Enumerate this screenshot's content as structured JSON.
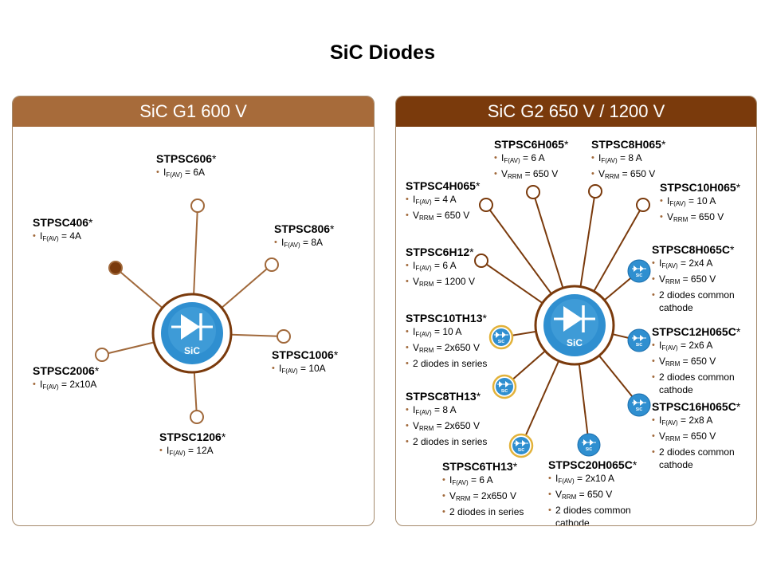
{
  "page": {
    "title": "SiC Diodes"
  },
  "g1": {
    "header": "SiC G1 600 V",
    "hub_label": "SiC",
    "parts": [
      {
        "id": "STPSC606",
        "specs": [
          {
            "sym": "I",
            "sub": "F(AV)",
            "rest": " = 6A"
          }
        ]
      },
      {
        "id": "STPSC806",
        "specs": [
          {
            "sym": "I",
            "sub": "F(AV)",
            "rest": " = 8A"
          }
        ]
      },
      {
        "id": "STPSC1006",
        "specs": [
          {
            "sym": "I",
            "sub": "F(AV)",
            "rest": " = 10A"
          }
        ]
      },
      {
        "id": "STPSC1206",
        "specs": [
          {
            "sym": "I",
            "sub": "F(AV)",
            "rest": " = 12A"
          }
        ]
      },
      {
        "id": "STPSC2006",
        "specs": [
          {
            "sym": "I",
            "sub": "F(AV)",
            "rest": " = 2x10A"
          }
        ]
      },
      {
        "id": "STPSC406",
        "specs": [
          {
            "sym": "I",
            "sub": "F(AV)",
            "rest": " = 4A"
          }
        ]
      }
    ]
  },
  "g2": {
    "header": "SiC G2 650 V / 1200 V",
    "hub_label": "SiC",
    "small_icon_label": "SiC",
    "parts": [
      {
        "id": "STPSC6H065",
        "specs": [
          {
            "sym": "I",
            "sub": "F(AV)",
            "rest": " = 6 A"
          },
          {
            "sym": "V",
            "sub": "RRM",
            "rest": " = 650 V"
          }
        ]
      },
      {
        "id": "STPSC8H065",
        "specs": [
          {
            "sym": "I",
            "sub": "F(AV)",
            "rest": " = 8 A"
          },
          {
            "sym": "V",
            "sub": "RRM",
            "rest": " = 650 V"
          }
        ]
      },
      {
        "id": "STPSC4H065",
        "specs": [
          {
            "sym": "I",
            "sub": "F(AV)",
            "rest": " = 4 A"
          },
          {
            "sym": "V",
            "sub": "RRM",
            "rest": " = 650 V"
          }
        ]
      },
      {
        "id": "STPSC10H065",
        "specs": [
          {
            "sym": "I",
            "sub": "F(AV)",
            "rest": " = 10 A"
          },
          {
            "sym": "V",
            "sub": "RRM",
            "rest": " = 650 V"
          }
        ]
      },
      {
        "id": "STPSC6H12",
        "specs": [
          {
            "sym": "I",
            "sub": "F(AV)",
            "rest": " = 6 A"
          },
          {
            "sym": "V",
            "sub": "RRM",
            "rest": " = 1200 V"
          }
        ]
      },
      {
        "id": "STPSC8H065C",
        "specs": [
          {
            "sym": "I",
            "sub": "F(AV)",
            "rest": " = 2x4 A"
          },
          {
            "sym": "V",
            "sub": "RRM",
            "rest": " = 650 V"
          },
          {
            "text": "2 diodes common cathode"
          }
        ]
      },
      {
        "id": "STPSC10TH13",
        "specs": [
          {
            "sym": "I",
            "sub": "F(AV)",
            "rest": " = 10 A"
          },
          {
            "sym": "V",
            "sub": "RRM",
            "rest": " = 2x650 V"
          },
          {
            "text": "2 diodes in series"
          }
        ]
      },
      {
        "id": "STPSC12H065C",
        "specs": [
          {
            "sym": "I",
            "sub": "F(AV)",
            "rest": " = 2x6 A"
          },
          {
            "sym": "V",
            "sub": "RRM",
            "rest": " = 650 V"
          },
          {
            "text": "2 diodes common cathode"
          }
        ]
      },
      {
        "id": "STPSC8TH13",
        "specs": [
          {
            "sym": "I",
            "sub": "F(AV)",
            "rest": " = 8 A"
          },
          {
            "sym": "V",
            "sub": "RRM",
            "rest": " = 2x650 V"
          },
          {
            "text": "2 diodes in series"
          }
        ]
      },
      {
        "id": "STPSC16H065C",
        "specs": [
          {
            "sym": "I",
            "sub": "F(AV)",
            "rest": " = 2x8 A"
          },
          {
            "sym": "V",
            "sub": "RRM",
            "rest": " = 650 V"
          },
          {
            "text": "2 diodes common cathode"
          }
        ]
      },
      {
        "id": "STPSC6TH13",
        "specs": [
          {
            "sym": "I",
            "sub": "F(AV)",
            "rest": " = 6 A"
          },
          {
            "sym": "V",
            "sub": "RRM",
            "rest": " = 2x650 V"
          },
          {
            "text": "2 diodes in series"
          }
        ]
      },
      {
        "id": "STPSC20H065C",
        "specs": [
          {
            "sym": "I",
            "sub": "F(AV)",
            "rest": " = 2x10 A"
          },
          {
            "sym": "V",
            "sub": "RRM",
            "rest": " = 650 V"
          },
          {
            "text": "2 diodes common cathode"
          }
        ]
      }
    ]
  },
  "colors": {
    "brown": "#7a3a0c",
    "light_brown": "#a76b3a",
    "spoke": "#a0683a",
    "hub_blue": "#2f8fd0",
    "hub_blue_light": "#5bb3e6",
    "series_ring": "#e2b23a"
  },
  "asterisk": "*"
}
